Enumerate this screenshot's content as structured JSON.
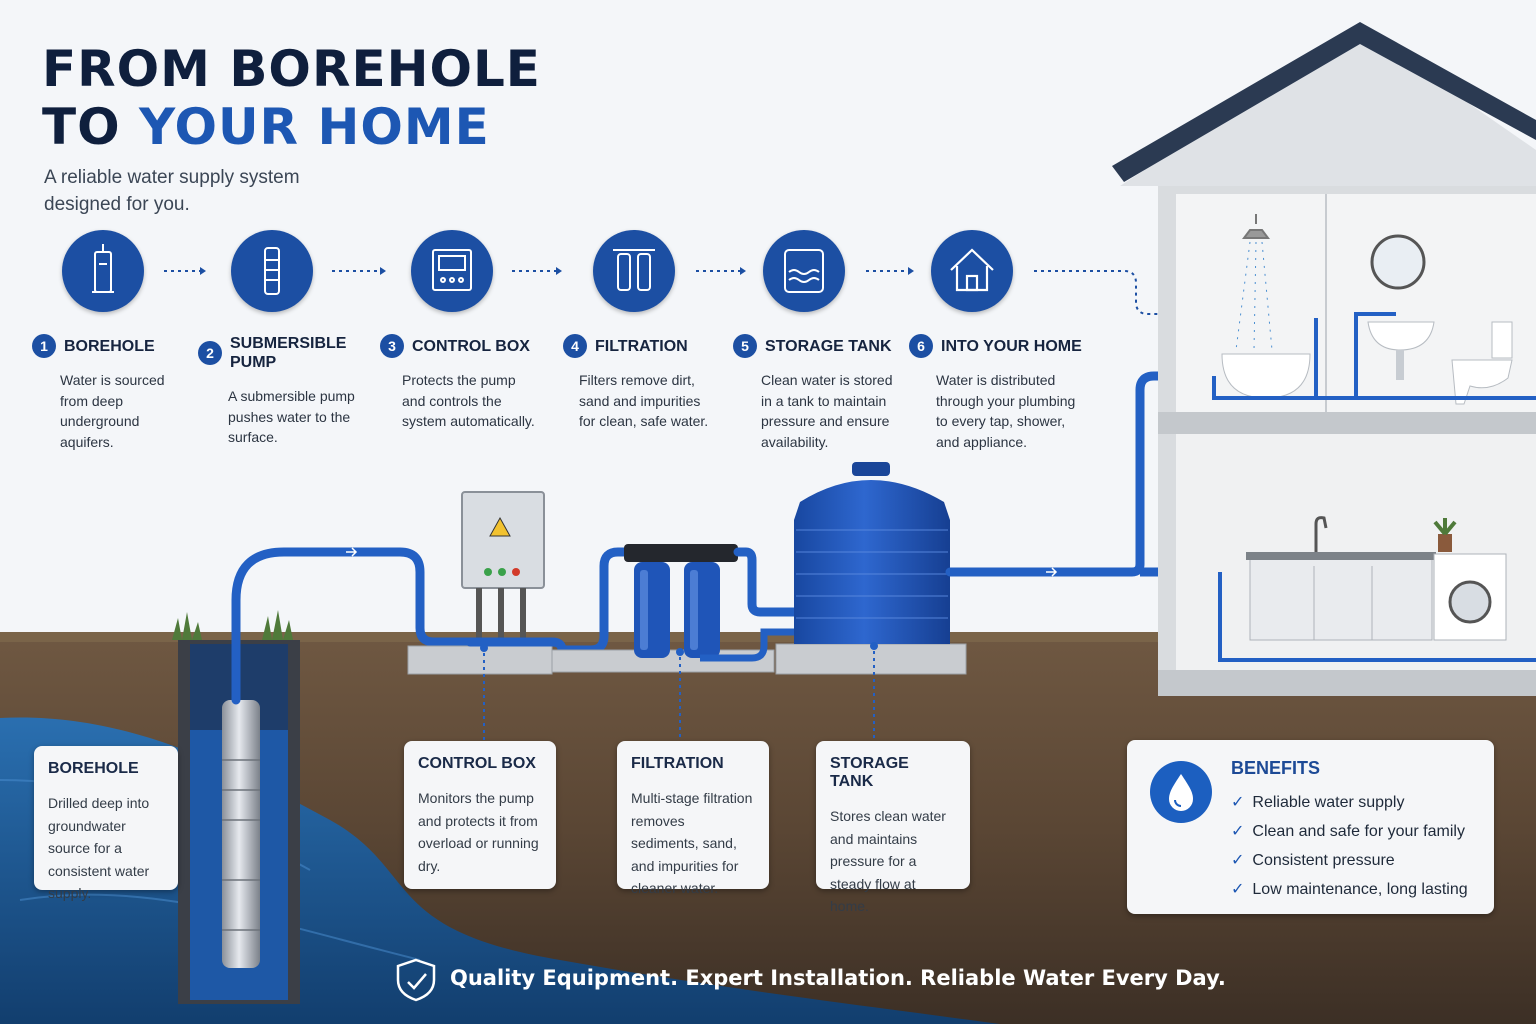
{
  "header": {
    "title_line1": "FROM BOREHOLE",
    "title_line2_a": "TO ",
    "title_line2_b": "YOUR HOME",
    "subtitle": "A reliable water supply system designed for you."
  },
  "steps": [
    {
      "num": "1",
      "title": "BOREHOLE",
      "desc": "Water is sourced from deep underground aquifers.",
      "icon": "borehole-icon"
    },
    {
      "num": "2",
      "title": "SUBMERSIBLE PUMP",
      "desc": "A submersible pump pushes water to the surface.",
      "icon": "pump-icon"
    },
    {
      "num": "3",
      "title": "CONTROL BOX",
      "desc": "Protects the pump and controls the system automatically.",
      "icon": "control-box-icon"
    },
    {
      "num": "4",
      "title": "FILTRATION",
      "desc": "Filters remove dirt, sand and impurities for clean, safe water.",
      "icon": "filter-icon"
    },
    {
      "num": "5",
      "title": "STORAGE TANK",
      "desc": "Clean water is stored in a tank to maintain pressure and ensure availability.",
      "icon": "tank-icon"
    },
    {
      "num": "6",
      "title": "INTO YOUR HOME",
      "desc": "Water is distributed through your plumbing to every tap, shower, and appliance.",
      "icon": "home-icon"
    }
  ],
  "cards": {
    "borehole": {
      "title": "BOREHOLE",
      "text": "Drilled deep into groundwater source for a consistent water supply."
    },
    "control_box": {
      "title": "CONTROL BOX",
      "text": "Monitors the pump and protects it from overload or running dry."
    },
    "filtration": {
      "title": "FILTRATION",
      "text": "Multi-stage filtration removes sediments, sand, and impurities for cleaner water."
    },
    "storage_tank": {
      "title": "STORAGE TANK",
      "text": "Stores clean water and maintains pressure for a steady flow at home."
    }
  },
  "benefits": {
    "title": "BENEFITS",
    "items": [
      "Reliable water supply",
      "Clean and safe for your family",
      "Consistent pressure",
      "Low maintenance, long lasting"
    ]
  },
  "footer": {
    "text": "Quality Equipment. Expert Installation. Reliable Water Every Day."
  },
  "colors": {
    "primary_blue": "#1c4fa3",
    "pipe_blue": "#2360c4",
    "title_navy": "#0f1f3d",
    "soil": "#5e4a36",
    "water": "#1f5f9e"
  }
}
